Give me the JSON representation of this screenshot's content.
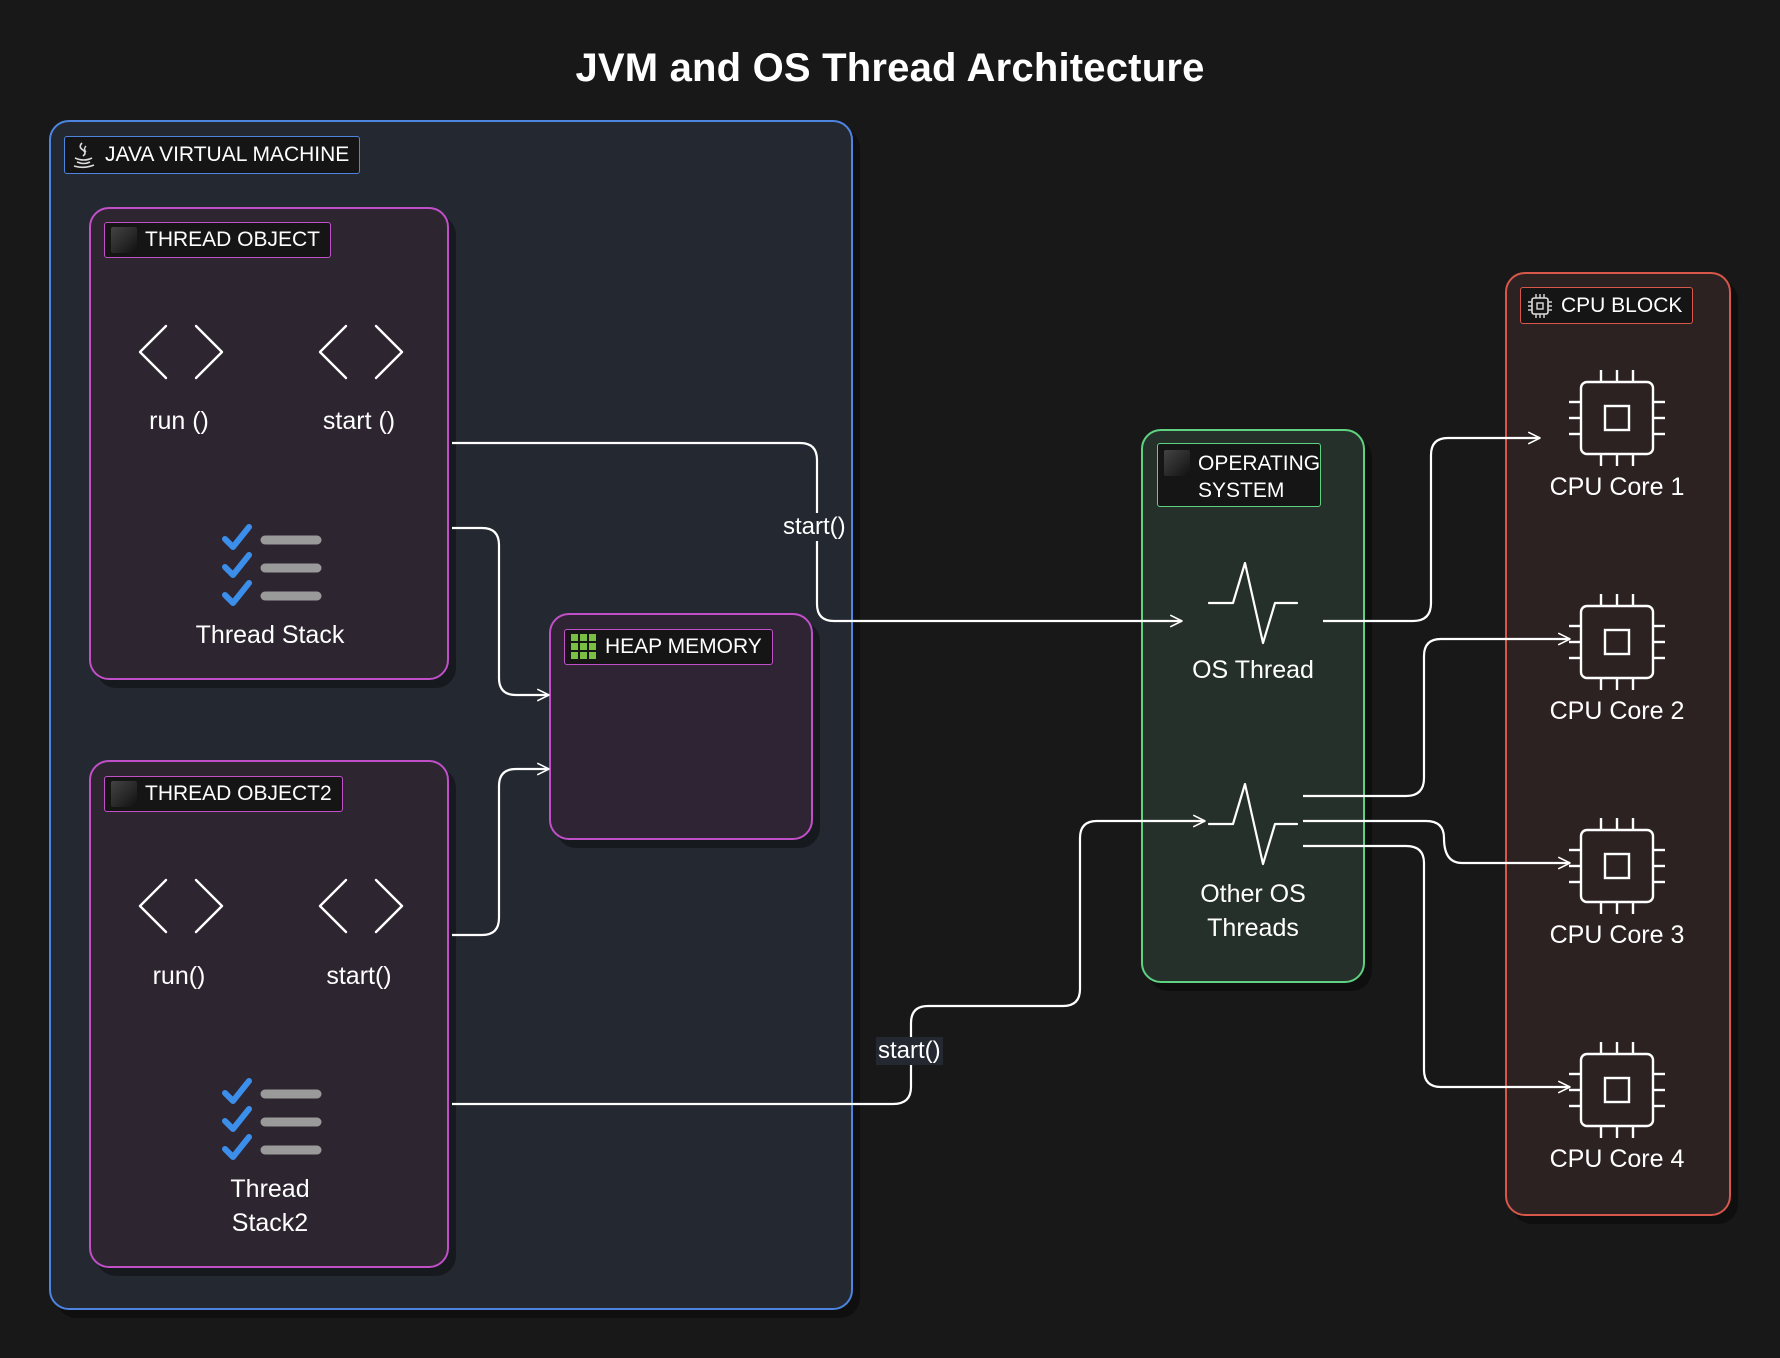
{
  "diagram": {
    "title": "JVM and OS Thread Architecture",
    "groups": {
      "jvm": "JAVA VIRTUAL MACHINE",
      "thread_object": "THREAD OBJECT",
      "thread_object2": "THREAD OBJECT2",
      "heap": "HEAP MEMORY",
      "os": "OPERATING SYSTEM",
      "cpu": "CPU BLOCK"
    },
    "nodes": {
      "run1": "run ()",
      "start1": "start ()",
      "stack1": "Thread Stack",
      "run2": "run()",
      "start2": "start()",
      "stack2_line1": "Thread",
      "stack2_line2": "Stack2",
      "os_thread": "OS Thread",
      "other_os_line1": "Other OS",
      "other_os_line2": "Threads",
      "core1": "CPU Core 1",
      "core2": "CPU Core 2",
      "core3": "CPU Core 3",
      "core4": "CPU Core 4"
    },
    "edge_labels": {
      "start_top": "start()",
      "start_bottom": "start()"
    },
    "colors": {
      "background": "#181818",
      "jvm": "#4d84e0",
      "thread": "#c04fc8",
      "os": "#5fd281",
      "cpu": "#d7574a",
      "check": "#3b8eea",
      "heap_icon": "#7ac143"
    }
  }
}
